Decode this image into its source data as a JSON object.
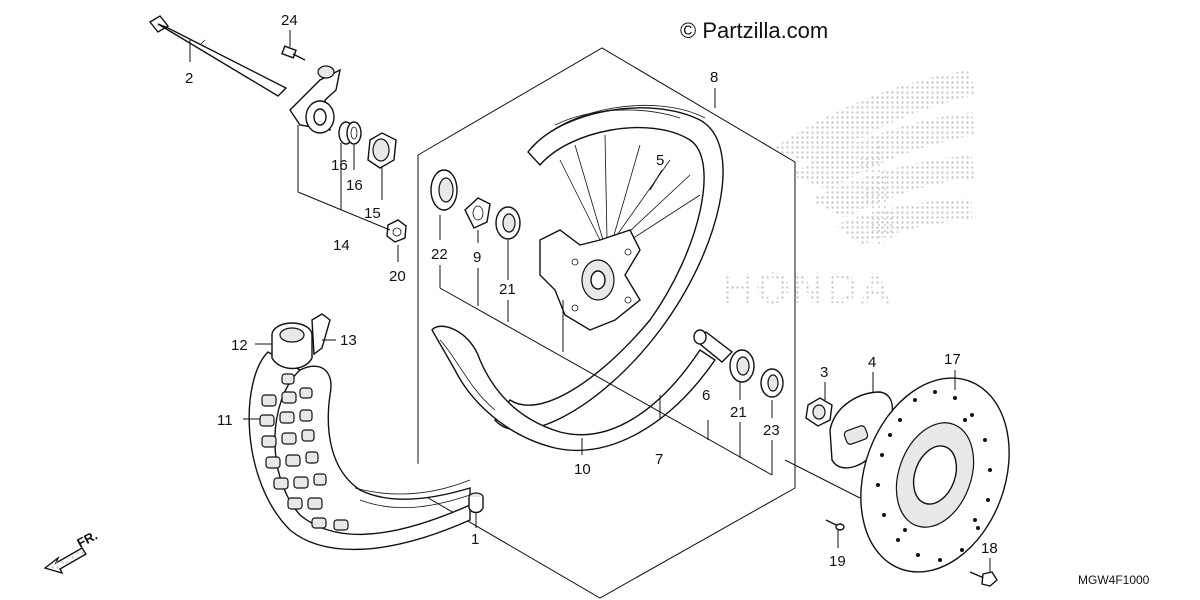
{
  "copyright": "© Partzilla.com",
  "diagram_code": "MGW4F1000",
  "front_indicator": "FR.",
  "watermark_text": "HONDA",
  "colors": {
    "ink": "#111111",
    "watermark": "#c8c8c8",
    "background": "#ffffff"
  },
  "callouts": [
    {
      "id": "c24",
      "label": "24"
    },
    {
      "id": "c2",
      "label": "2"
    },
    {
      "id": "c16a",
      "label": "16"
    },
    {
      "id": "c16b",
      "label": "16"
    },
    {
      "id": "c15",
      "label": "15"
    },
    {
      "id": "c14",
      "label": "14"
    },
    {
      "id": "c20",
      "label": "20"
    },
    {
      "id": "c8",
      "label": "8"
    },
    {
      "id": "c5",
      "label": "5"
    },
    {
      "id": "c22",
      "label": "22"
    },
    {
      "id": "c9",
      "label": "9"
    },
    {
      "id": "c21a",
      "label": "21"
    },
    {
      "id": "c12",
      "label": "12"
    },
    {
      "id": "c13",
      "label": "13"
    },
    {
      "id": "c11",
      "label": "11"
    },
    {
      "id": "c6",
      "label": "6"
    },
    {
      "id": "c21b",
      "label": "21"
    },
    {
      "id": "c23",
      "label": "23"
    },
    {
      "id": "c3",
      "label": "3"
    },
    {
      "id": "c4",
      "label": "4"
    },
    {
      "id": "c17",
      "label": "17"
    },
    {
      "id": "c10",
      "label": "10"
    },
    {
      "id": "c7",
      "label": "7"
    },
    {
      "id": "c1",
      "label": "1"
    },
    {
      "id": "c19",
      "label": "19"
    },
    {
      "id": "c18",
      "label": "18"
    }
  ]
}
